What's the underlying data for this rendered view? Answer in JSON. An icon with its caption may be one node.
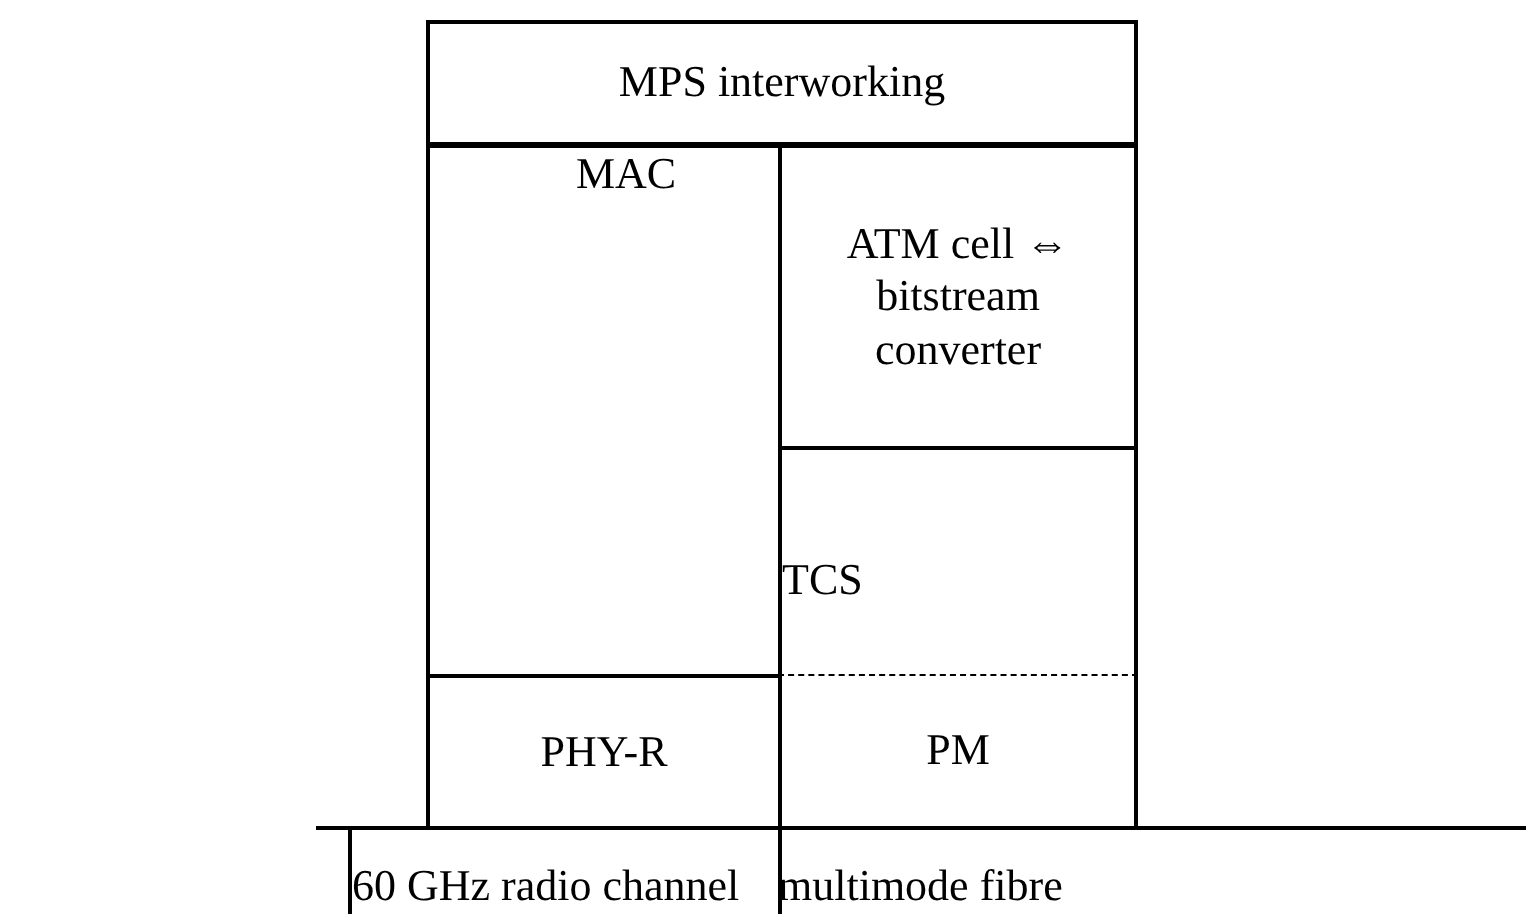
{
  "diagram": {
    "nodes": [
      {
        "text": [
          "MPS interworking"
        ]
      },
      {
        "text": [
          "MAC"
        ]
      },
      {
        "text": [
          "ATM cell ⇔ bitstream converter"
        ]
      },
      {
        "text": [
          "TCS"
        ]
      },
      {
        "text": [
          "PHY-R"
        ]
      },
      {
        "text": [
          "PM"
        ]
      },
      {
        "text": [
          "60 GHz radio channel"
        ]
      },
      {
        "text": [
          "multimode fibre"
        ]
      }
    ]
  }
}
